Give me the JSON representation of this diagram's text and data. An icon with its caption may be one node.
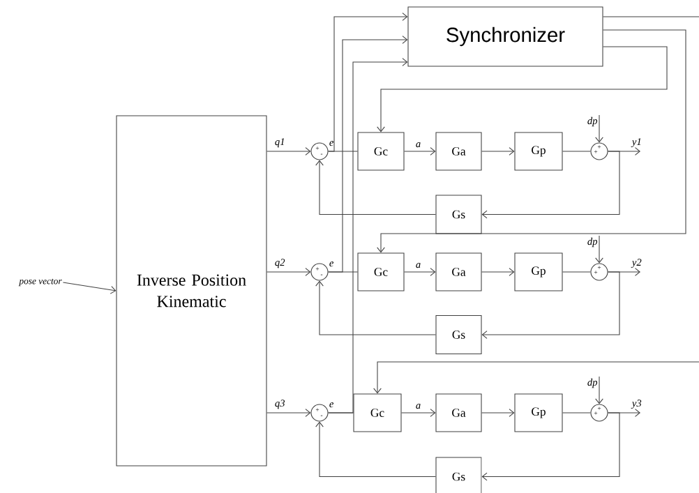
{
  "diagram": {
    "nodes": [
      {
        "text": [
          "pose vector"
        ]
      },
      {
        "text": [
          "Inverse Position Kinematic"
        ]
      },
      {
        "text": [
          "Synchronizer"
        ]
      },
      {
        "text": [
          "+",
          "-"
        ]
      },
      {
        "text": [
          "Gc"
        ]
      },
      {
        "text": [
          "Ga"
        ]
      },
      {
        "text": [
          "Gp"
        ]
      },
      {
        "text": [
          "+",
          "+"
        ]
      },
      {
        "text": [
          "Gs"
        ]
      },
      {
        "text": [
          "+",
          "-"
        ]
      },
      {
        "text": [
          "Gc"
        ]
      },
      {
        "text": [
          "Ga"
        ]
      },
      {
        "text": [
          "Gp"
        ]
      },
      {
        "text": [
          "+",
          "+"
        ]
      },
      {
        "text": [
          "Gs"
        ]
      },
      {
        "text": [
          "+",
          "-"
        ]
      },
      {
        "text": [
          "Gc"
        ]
      },
      {
        "text": [
          "Ga"
        ]
      },
      {
        "text": [
          "Gp"
        ]
      },
      {
        "text": [
          "+",
          "+"
        ]
      },
      {
        "text": [
          "Gs"
        ]
      }
    ],
    "edges": [
      {
        "from": 0,
        "to": 1,
        "arrow": "to"
      },
      {
        "from": 1,
        "to": 3,
        "arrow": "to",
        "label": "q1"
      },
      {
        "from": 3,
        "to": 4,
        "arrow": "none",
        "label": "e"
      },
      {
        "from": 4,
        "to": 5,
        "arrow": "to",
        "label": "a"
      },
      {
        "from": 5,
        "to": 6,
        "arrow": "to"
      },
      {
        "from": 6,
        "to": 7,
        "arrow": "none"
      },
      {
        "from": 7,
        "to": null,
        "arrow": "to",
        "label": "y1"
      },
      {
        "from": null,
        "to": 7,
        "arrow": "to",
        "label": "dp"
      },
      {
        "from": 7,
        "to": 8,
        "arrow": "to"
      },
      {
        "from": 8,
        "to": 3,
        "arrow": "to"
      },
      {
        "from": 3,
        "to": 2,
        "arrow": "to"
      },
      {
        "from": 2,
        "to": 4,
        "arrow": "to"
      },
      {
        "from": 1,
        "to": 9,
        "arrow": "to",
        "label": "q2"
      },
      {
        "from": 9,
        "to": 10,
        "arrow": "none",
        "label": "e"
      },
      {
        "from": 10,
        "to": 11,
        "arrow": "to",
        "label": "a"
      },
      {
        "from": 11,
        "to": 12,
        "arrow": "to"
      },
      {
        "from": 12,
        "to": 13,
        "arrow": "none"
      },
      {
        "from": 13,
        "to": null,
        "arrow": "to",
        "label": "y2"
      },
      {
        "from": null,
        "to": 13,
        "arrow": "to",
        "label": "dp"
      },
      {
        "from": 13,
        "to": 14,
        "arrow": "to"
      },
      {
        "from": 14,
        "to": 9,
        "arrow": "to"
      },
      {
        "from": 9,
        "to": 2,
        "arrow": "to"
      },
      {
        "from": 2,
        "to": 10,
        "arrow": "to"
      },
      {
        "from": 1,
        "to": 15,
        "arrow": "to",
        "label": "q3"
      },
      {
        "from": 15,
        "to": 16,
        "arrow": "none",
        "label": "e"
      },
      {
        "from": 16,
        "to": 17,
        "arrow": "to",
        "label": "a"
      },
      {
        "from": 17,
        "to": 18,
        "arrow": "to"
      },
      {
        "from": 18,
        "to": 19,
        "arrow": "none"
      },
      {
        "from": 19,
        "to": null,
        "arrow": "to",
        "label": "y3"
      },
      {
        "from": null,
        "to": 19,
        "arrow": "to",
        "label": "dp"
      },
      {
        "from": 19,
        "to": 20,
        "arrow": "to"
      },
      {
        "from": 20,
        "to": 15,
        "arrow": "to"
      },
      {
        "from": 15,
        "to": 2,
        "arrow": "to"
      },
      {
        "from": 2,
        "to": 16,
        "arrow": "to"
      }
    ]
  }
}
